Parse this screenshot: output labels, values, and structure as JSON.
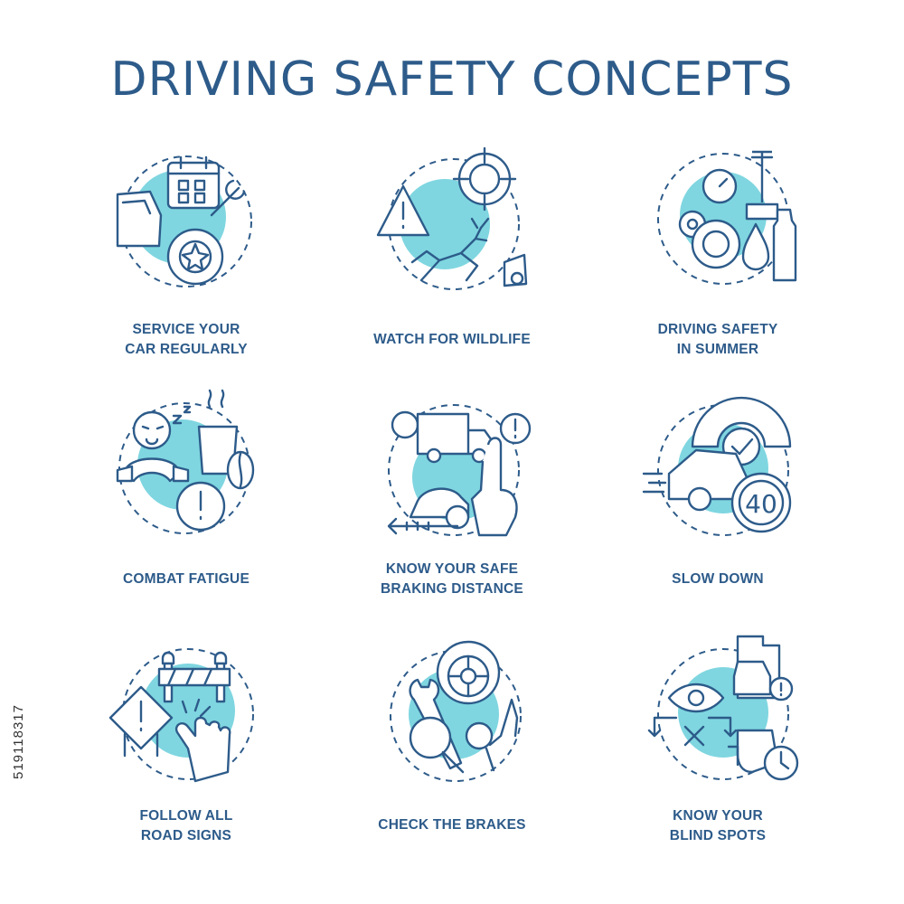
{
  "title": "DRIVING SAFETY CONCEPTS",
  "stock_id": "519118317",
  "colors": {
    "accent": "#7fd6e0",
    "stroke": "#2d5b8a"
  },
  "items": [
    {
      "icon": "service-car-icon",
      "lines": [
        "SERVICE YOUR",
        "CAR REGULARLY"
      ]
    },
    {
      "icon": "wildlife-icon",
      "lines": [
        "WATCH FOR WILDLIFE"
      ]
    },
    {
      "icon": "summer-safety-icon",
      "lines": [
        "DRIVING SAFETY",
        "IN SUMMER"
      ]
    },
    {
      "icon": "fatigue-icon",
      "lines": [
        "COMBAT FATIGUE"
      ]
    },
    {
      "icon": "braking-distance-icon",
      "lines": [
        "KNOW YOUR SAFE",
        "BRAKING DISTANCE"
      ]
    },
    {
      "icon": "slow-down-icon",
      "lines": [
        "SLOW DOWN"
      ],
      "speed_sign": "40"
    },
    {
      "icon": "road-signs-icon",
      "lines": [
        "FOLLOW ALL",
        "ROAD SIGNS"
      ]
    },
    {
      "icon": "brakes-icon",
      "lines": [
        "CHECK THE BRAKES"
      ]
    },
    {
      "icon": "blind-spots-icon",
      "lines": [
        "KNOW YOUR",
        "BLIND SPOTS"
      ]
    }
  ]
}
